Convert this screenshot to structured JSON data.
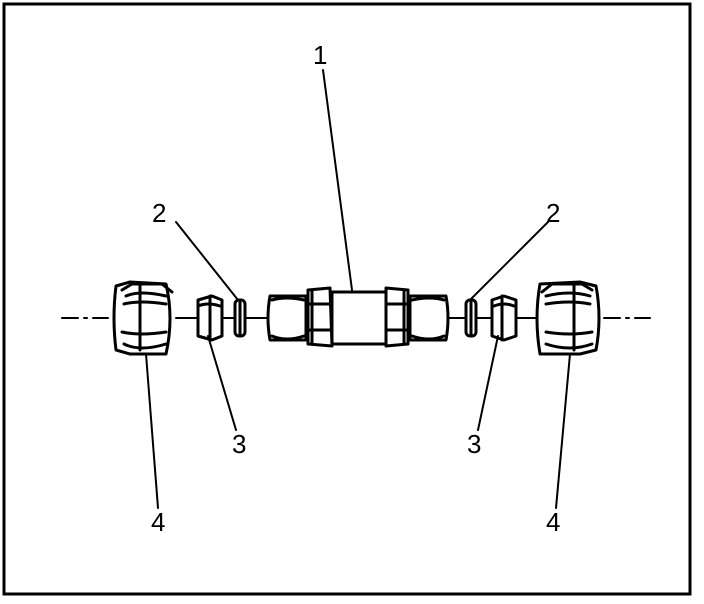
{
  "callouts": {
    "union": "1",
    "o_ring_left": "2",
    "o_ring_right": "2",
    "sleeve_left": "3",
    "sleeve_right": "3",
    "nut_left": "4",
    "nut_right": "4"
  }
}
